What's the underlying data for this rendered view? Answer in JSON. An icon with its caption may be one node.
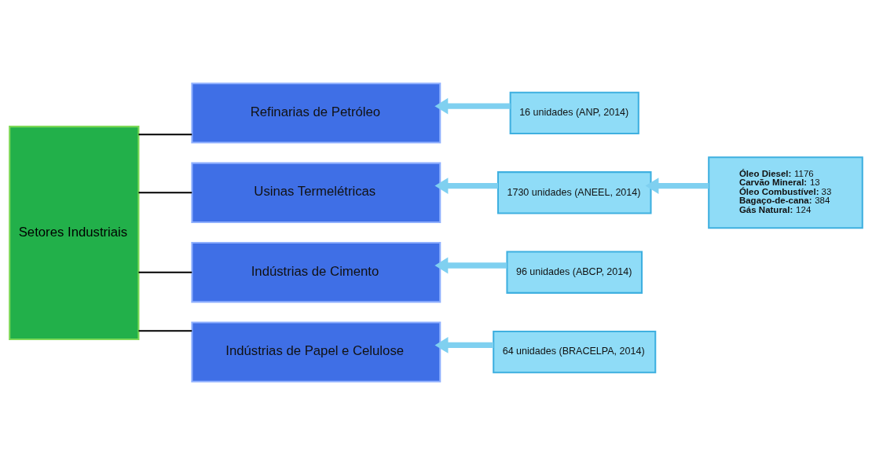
{
  "diagram": {
    "nodes": [
      {
        "text": [
          "Setores Industriais"
        ]
      },
      {
        "text": [
          "Refinarias de Petróleo"
        ]
      },
      {
        "text": [
          "Usinas Termelétricas"
        ]
      },
      {
        "text": [
          "Indústrias de Cimento"
        ]
      },
      {
        "text": [
          "Indústrias de Papel e Celulose"
        ]
      },
      {
        "text": [
          "16 unidades (ANP, 2014)"
        ]
      },
      {
        "text": [
          "1730 unidades (ANEEL, 2014)"
        ]
      },
      {
        "text": [
          "96 unidades (ABCP, 2014)"
        ]
      },
      {
        "text": [
          "64 unidades (BRACELPA, 2014)"
        ]
      },
      {
        "text": [
          "**Óleo Diesel:** 1176",
          "**Carvão Mineral:** 13",
          "**Óleo Combustível:** 33",
          "**Bagaço-de-cana:** 384",
          "**Gás Natural:** 124"
        ]
      }
    ],
    "edges": [
      {
        "from": 0,
        "to": 1,
        "arrow": "none",
        "color": "#000000"
      },
      {
        "from": 0,
        "to": 2,
        "arrow": "none",
        "color": "#000000"
      },
      {
        "from": 0,
        "to": 3,
        "arrow": "none",
        "color": "#000000"
      },
      {
        "from": 0,
        "to": 4,
        "arrow": "none",
        "color": "#000000"
      },
      {
        "from": 5,
        "to": 1,
        "arrow": "to"
      },
      {
        "from": 6,
        "to": 2,
        "arrow": "to"
      },
      {
        "from": 7,
        "to": 3,
        "arrow": "to"
      },
      {
        "from": 8,
        "to": 4,
        "arrow": "to"
      },
      {
        "from": 9,
        "to": 6,
        "arrow": "to"
      }
    ]
  }
}
